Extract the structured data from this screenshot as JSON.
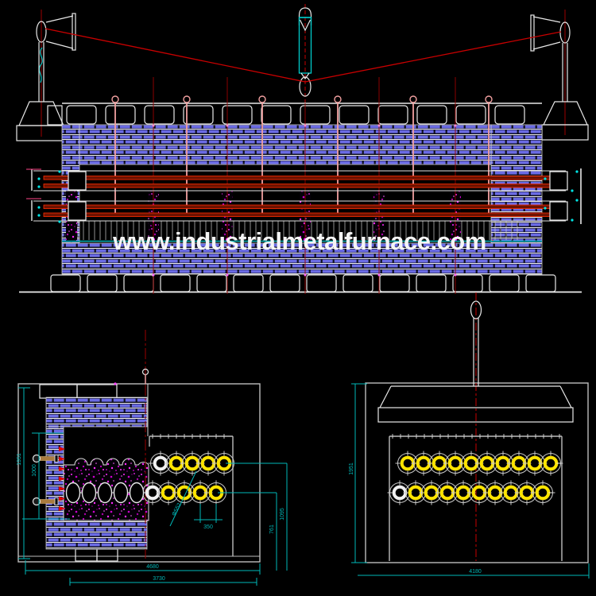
{
  "watermark": {
    "text": "www.industrialmetalfurnace.com"
  },
  "colors": {
    "background": "#000000",
    "line_white": "#e8e8e8",
    "brick_blue": "#6b6be4",
    "insulation_magenta": "#ff00ff",
    "heater_red": "#ff2e00",
    "centerline_red": "#9b0000",
    "cable_red": "#c80000",
    "dimension_cyan": "#00b8b8",
    "tube_yellow": "#ffe400",
    "hanger_pink": "#f2a0a0",
    "bolt_tan": "#a97b3f"
  },
  "section_left": {
    "dim_height_outer": "1951",
    "dim_height_inner": "1000",
    "dim_width_outer": "4680",
    "dim_width_inner": "3730",
    "dim_tube_diameter": "Φ552",
    "dim_tube_pitch": "350",
    "dim_right_lower": "761",
    "dim_right_upper": "1095"
  },
  "section_right": {
    "dim_height": "1951",
    "dim_width": "4180"
  }
}
